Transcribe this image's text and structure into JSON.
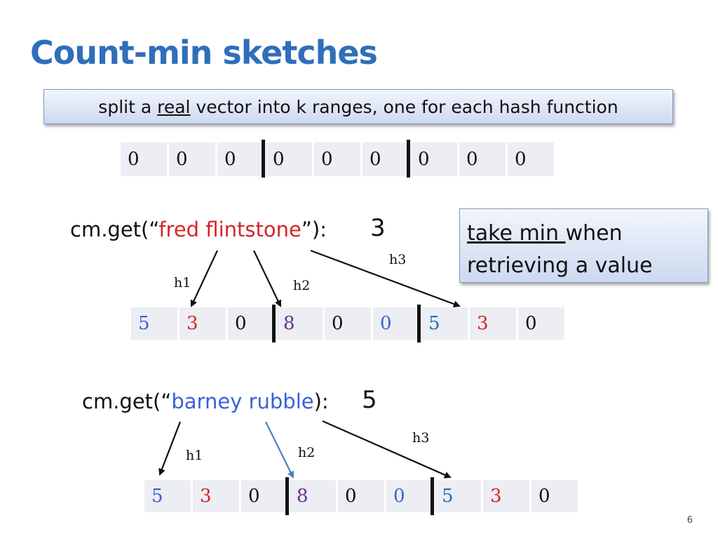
{
  "title": "Count-min sketches",
  "banner": {
    "pre": "split a ",
    "underlined": "real",
    "post": " vector into k ranges, one for each hash function"
  },
  "initial_vector": [
    "0",
    "0",
    "0",
    "0",
    "0",
    "0",
    "0",
    "0",
    "0"
  ],
  "query1": {
    "prefix": "cm.get(“",
    "key": "fred flintstone",
    "suffix": "”):",
    "result": "3",
    "hash_labels": {
      "h1": "h1",
      "h2": "h2",
      "h3": "h3"
    }
  },
  "query2": {
    "prefix": "cm.get(“",
    "key": "barney rubble",
    "suffix": "):",
    "result": "5",
    "hash_labels": {
      "h1": "h1",
      "h2": "h2",
      "h3": "h3"
    }
  },
  "sketch_vector": [
    {
      "v": "5",
      "color": "#3c5fd6"
    },
    {
      "v": "3",
      "color": "#d42626"
    },
    {
      "v": "0",
      "color": "#111111"
    },
    {
      "v": "8",
      "color": "#6b2f8a"
    },
    {
      "v": "0",
      "color": "#111111"
    },
    {
      "v": "0",
      "color": "#3c5fd6"
    },
    {
      "v": "5",
      "color": "#1f6fb8"
    },
    {
      "v": "3",
      "color": "#d42626"
    },
    {
      "v": "0",
      "color": "#111111"
    }
  ],
  "note": {
    "underlined": "take min ",
    "rest_line1": "when",
    "line2": "retrieving a value"
  },
  "page_number": "6"
}
